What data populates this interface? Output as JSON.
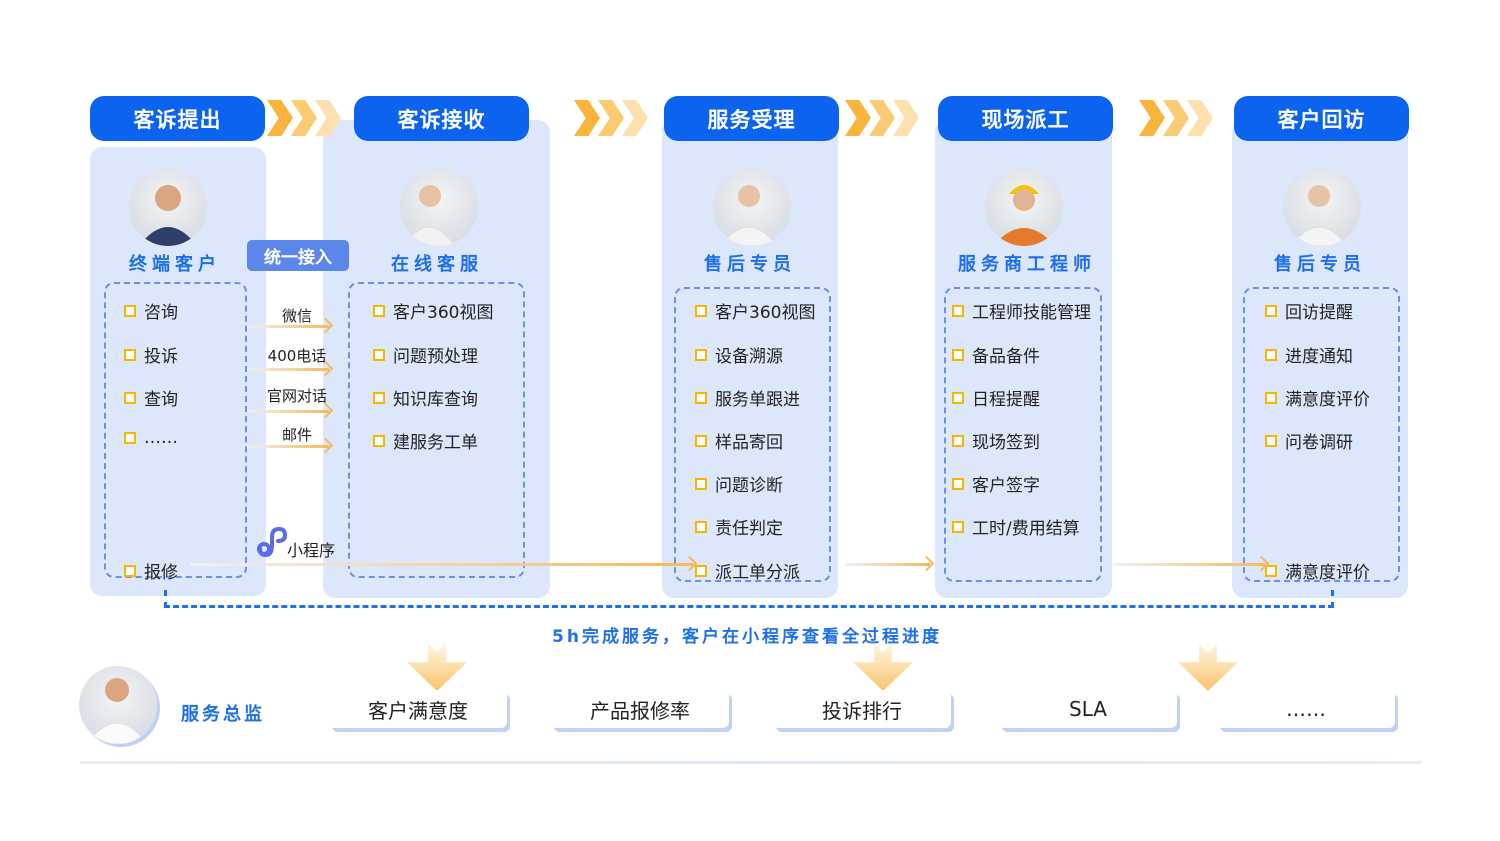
{
  "stages": [
    {
      "title": "客诉提出",
      "role": "终端客户",
      "items": [
        "咨询",
        "投诉",
        "查询",
        "……"
      ],
      "extra": "报修"
    },
    {
      "title": "客诉接收",
      "role": "在线客服",
      "items": [
        "客户360视图",
        "问题预处理",
        "知识库查询",
        "建服务工单"
      ]
    },
    {
      "title": "服务受理",
      "role": "售后专员",
      "items": [
        "客户360视图",
        "设备溯源",
        "服务单跟进",
        "样品寄回",
        "问题诊断",
        "责任判定",
        "派工单分派"
      ]
    },
    {
      "title": "现场派工",
      "role": "服务商工程师",
      "items": [
        "工程师技能管理",
        "备品备件",
        "日程提醒",
        "现场签到",
        "客户签字",
        "工时/费用结算"
      ]
    },
    {
      "title": "客户回访",
      "role": "售后专员",
      "items": [
        "回访提醒",
        "进度通知",
        "满意度评价",
        "问卷调研"
      ],
      "extra": "满意度评价"
    }
  ],
  "access_badge": "统一接入",
  "channels": [
    "微信",
    "400电话",
    "官网对话",
    "邮件"
  ],
  "mini_program": "小程序",
  "summary": "5h完成服务，客户在小程序查看全过程进度",
  "director": "服务总监",
  "kpis": [
    "客户满意度",
    "产品报修率",
    "投诉排行",
    "SLA",
    "……"
  ],
  "colors": {
    "primary": "#0b63f0",
    "panel": "#dce7fb",
    "accent": "#f7b500"
  }
}
